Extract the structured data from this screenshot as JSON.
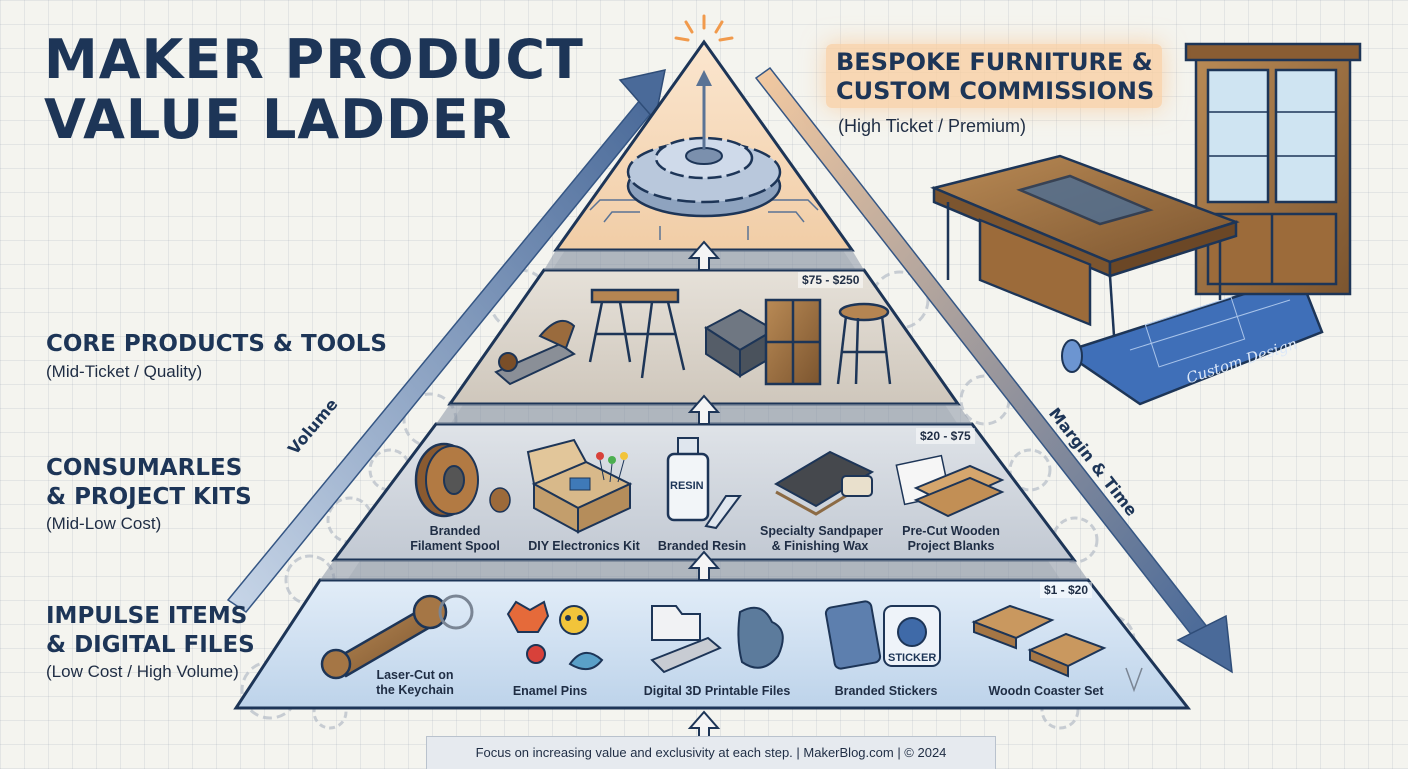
{
  "title": {
    "line1": "MAKER PRODUCT",
    "line2": "VALUE LADDER"
  },
  "top_tier": {
    "heading_line1": "BESPOKE FURNITURE &",
    "heading_line2": "CUSTOM COMMISSIONS",
    "subtitle": "(High Ticket / Premium)",
    "blueprint_label": "Custom Design"
  },
  "tiers": [
    {
      "heading_line1": "CORE PRODUCTS & TOOLS",
      "subtitle": "(Mid-Ticket / Quality)",
      "price": "$75 - $250"
    },
    {
      "heading_line1": "CONSUMARLES",
      "heading_line2": "& PROJECT KITS",
      "subtitle": "(Mid-Low Cost)",
      "price": "$20 - $75",
      "items": [
        {
          "line1": "Branded",
          "line2": "Filament Spool"
        },
        {
          "line1": "DIY Electronics Kit",
          "line2": ""
        },
        {
          "line1": "Branded Resin",
          "line2": ""
        },
        {
          "line1": "Specialty Sandpaper",
          "line2": "& Finishing Wax"
        },
        {
          "line1": "Pre-Cut Wooden",
          "line2": "Project Blanks"
        }
      ],
      "resin_label": "RESIN"
    },
    {
      "heading_line1": "IMPULSE ITEMS",
      "heading_line2": "& DIGITAL FILES",
      "subtitle": "(Low Cost / High Volume)",
      "price": "$1 - $20",
      "items": [
        {
          "line1": "Laser-Cut on",
          "line2": "the Keychain"
        },
        {
          "line1": "Enamel Pins",
          "line2": ""
        },
        {
          "line1": "Digital 3D Printable Files",
          "line2": ""
        },
        {
          "line1": "Branded Stickers",
          "line2": ""
        },
        {
          "line1": "Woodn Coaster Set",
          "line2": ""
        }
      ],
      "sticker_label": "STICKER"
    }
  ],
  "arrows": {
    "left": "Volume",
    "right": "Margin & Time"
  },
  "footer": "Focus on increasing value and exclusivity at each step.  |  MakerBlog.com  |  © 2024",
  "colors": {
    "navy": "#1d3557",
    "tier_top": "#f6d9b8",
    "tier_core": "#d9d3ca",
    "tier_kits": "#cfd5dd",
    "tier_impulse": "#cfe0f1",
    "arrow": "#4a6a99"
  }
}
